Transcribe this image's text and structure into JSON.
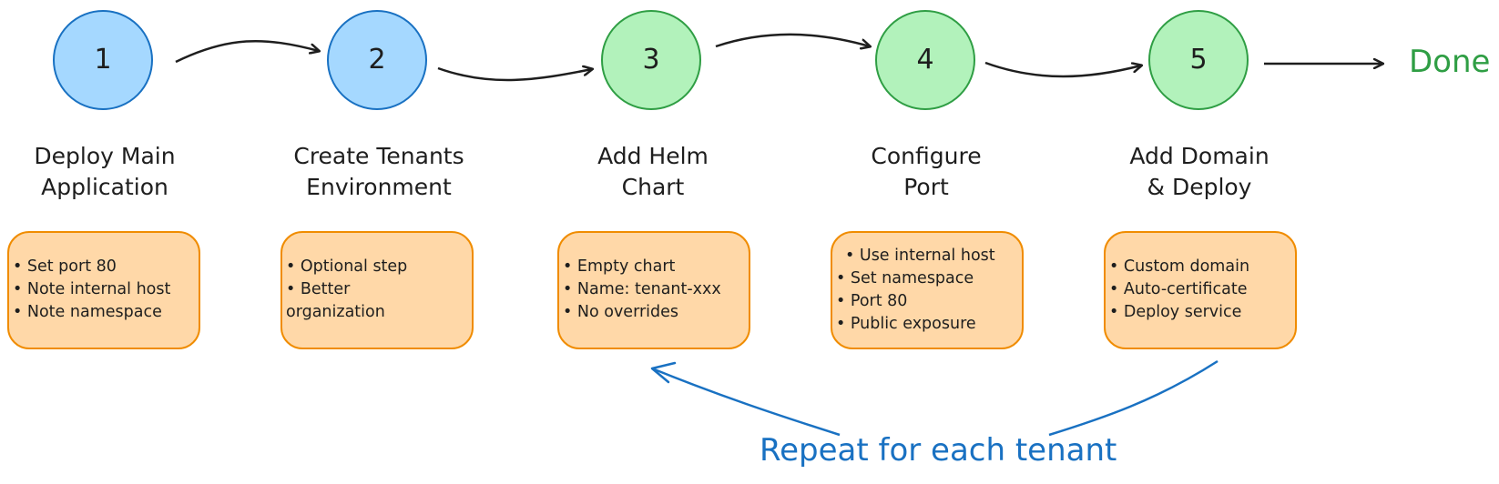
{
  "steps": [
    {
      "number": "1",
      "title_lines": [
        "Deploy Main",
        "Application"
      ],
      "notes": [
        "• Set port 80",
        "• Note internal host",
        "• Note namespace"
      ]
    },
    {
      "number": "2",
      "title_lines": [
        "Create Tenants",
        "Environment"
      ],
      "notes": [
        "• Optional step",
        "• Better",
        "organization"
      ]
    },
    {
      "number": "3",
      "title_lines": [
        "Add Helm",
        "Chart"
      ],
      "notes": [
        "• Empty chart",
        "• Name: tenant-xxx",
        "• No overrides"
      ]
    },
    {
      "number": "4",
      "title_lines": [
        "Configure",
        "Port"
      ],
      "notes": [
        "• Use internal host",
        "• Set namespace",
        "• Port 80",
        "• Public exposure"
      ]
    },
    {
      "number": "5",
      "title_lines": [
        "Add Domain",
        "& Deploy"
      ],
      "notes": [
        "• Custom domain",
        "• Auto-certificate",
        "• Deploy service"
      ]
    }
  ],
  "done_label": "Done",
  "repeat_label": "Repeat for each tenant",
  "colors": {
    "blue_fill": "#a5d8ff",
    "blue_stroke": "#1971c2",
    "green_fill": "#b2f2bb",
    "green_stroke": "#2f9e44",
    "note_fill": "#ffd8a8",
    "note_stroke": "#f08c00",
    "arrow": "#1e1e1e"
  }
}
